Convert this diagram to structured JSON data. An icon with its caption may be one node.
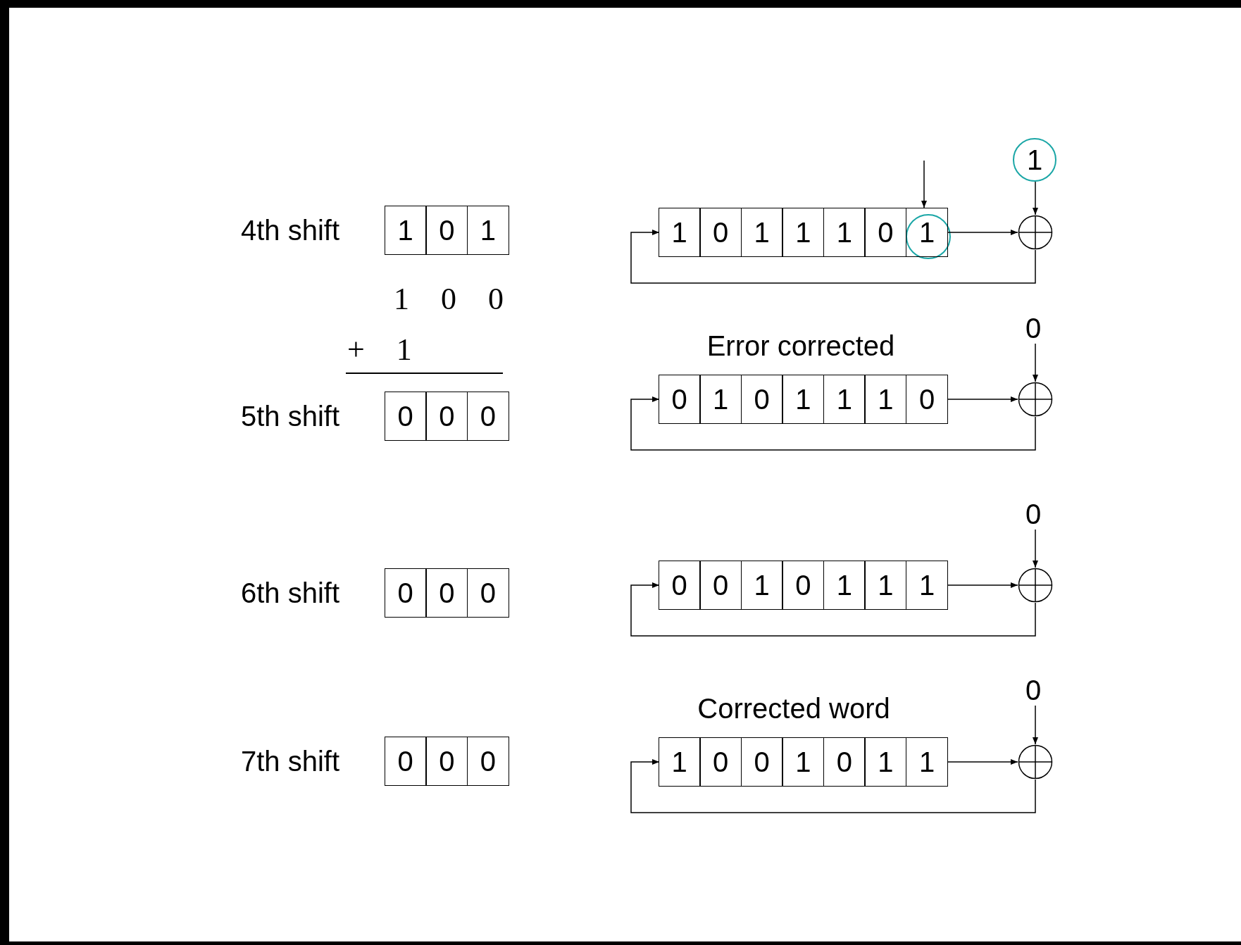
{
  "diagram": {
    "nodes": [
      {
        "text": [
          "1",
          "0",
          "1"
        ],
        "beside": [
          "4th shift"
        ]
      },
      {
        "text": [
          "1",
          "0",
          "1",
          "1",
          "1",
          "0",
          "1"
        ]
      },
      {
        "text": [],
        "shape": "circle"
      },
      {
        "text": [
          "1"
        ]
      },
      {
        "text": [
          "0",
          "0",
          "0"
        ],
        "beside": [
          "5th shift"
        ]
      },
      {
        "text": [
          "0",
          "1",
          "0",
          "1",
          "1",
          "1",
          "0"
        ],
        "beside": [
          "Error corrected"
        ]
      },
      {
        "text": [],
        "shape": "circle"
      },
      {
        "text": [
          "0"
        ]
      },
      {
        "text": [
          "0",
          "0",
          "0"
        ],
        "beside": [
          "6th shift"
        ]
      },
      {
        "text": [
          "0",
          "0",
          "1",
          "0",
          "1",
          "1",
          "1"
        ]
      },
      {
        "text": [],
        "shape": "circle"
      },
      {
        "text": [
          "0"
        ]
      },
      {
        "text": [
          "0",
          "0",
          "0"
        ],
        "beside": [
          "7th shift"
        ]
      },
      {
        "text": [
          "1",
          "0",
          "0",
          "1",
          "0",
          "1",
          "1"
        ],
        "beside": [
          "Corrected word"
        ]
      },
      {
        "text": [],
        "shape": "circle"
      },
      {
        "text": [
          "0"
        ]
      }
    ],
    "edges": [
      {
        "from": null,
        "to": 1,
        "arrow": "to"
      },
      {
        "from": 3,
        "to": 2,
        "arrow": "to"
      },
      {
        "from": 1,
        "to": 2,
        "arrow": "to"
      },
      {
        "from": 2,
        "to": 1,
        "arrow": "to"
      },
      {
        "from": 7,
        "to": 6,
        "arrow": "to"
      },
      {
        "from": 5,
        "to": 6,
        "arrow": "to"
      },
      {
        "from": 6,
        "to": 5,
        "arrow": "to"
      },
      {
        "from": 11,
        "to": 10,
        "arrow": "to"
      },
      {
        "from": 9,
        "to": 10,
        "arrow": "to"
      },
      {
        "from": 10,
        "to": 9,
        "arrow": "to"
      },
      {
        "from": 15,
        "to": 14,
        "arrow": "to"
      },
      {
        "from": 13,
        "to": 14,
        "arrow": "to"
      },
      {
        "from": 14,
        "to": 13,
        "arrow": "to"
      }
    ],
    "labels": [
      "1 0 0",
      "+ 1"
    ]
  }
}
